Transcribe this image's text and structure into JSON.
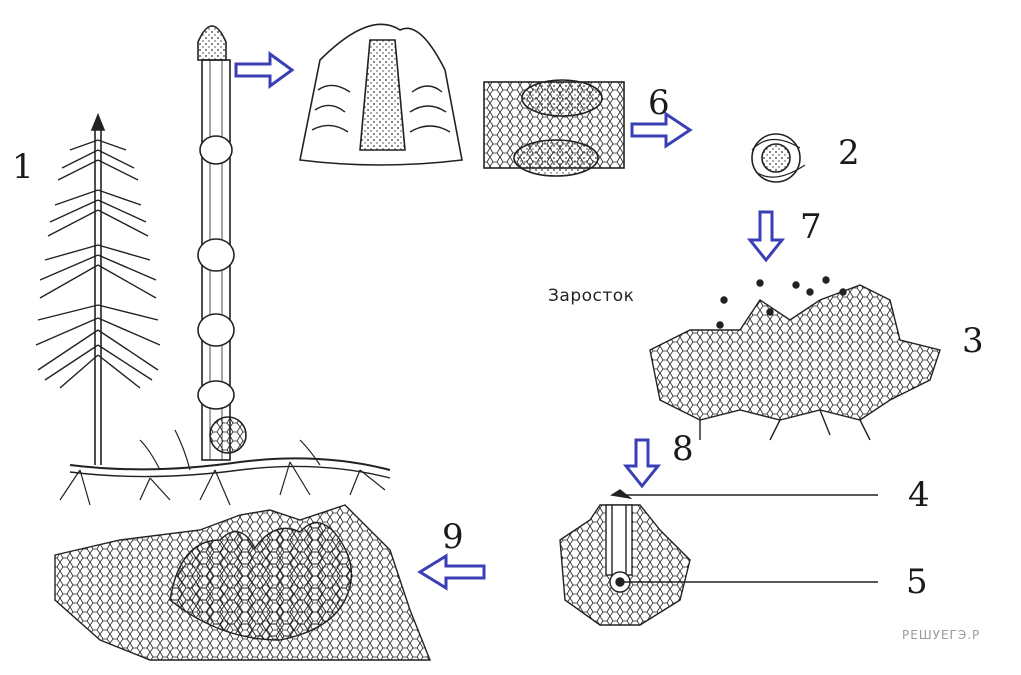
{
  "labels": {
    "n1": "1",
    "n2": "2",
    "n3": "3",
    "n4": "4",
    "n5": "5",
    "n6": "6",
    "n7": "7",
    "n8": "8",
    "n9": "9"
  },
  "caption": "Заросток",
  "watermark": "РЕШУЕГЭ.Р",
  "colors": {
    "arrow": "#3a3fb5",
    "ink": "#1a1a1a"
  }
}
